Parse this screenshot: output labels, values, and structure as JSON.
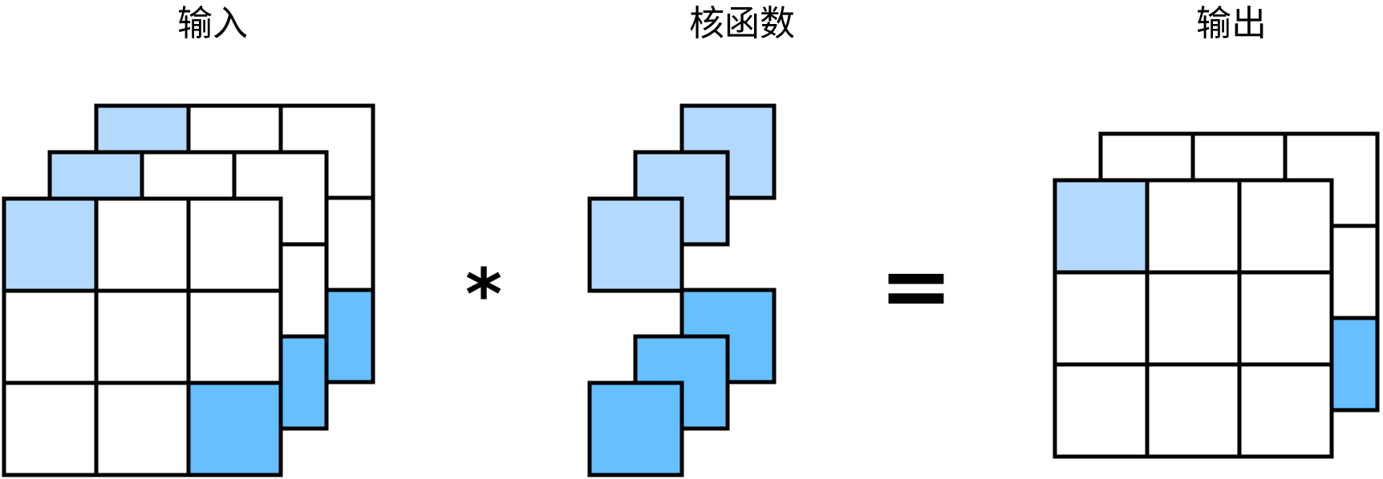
{
  "labels": {
    "input": "输入",
    "kernel": "核函数",
    "output": "输出"
  },
  "operators": {
    "convolve": "*",
    "equals": "="
  },
  "colors": {
    "light_blue": "#b3d9ff",
    "dark_blue": "#66bfff",
    "stroke": "#000000",
    "background": "#ffffff"
  }
}
